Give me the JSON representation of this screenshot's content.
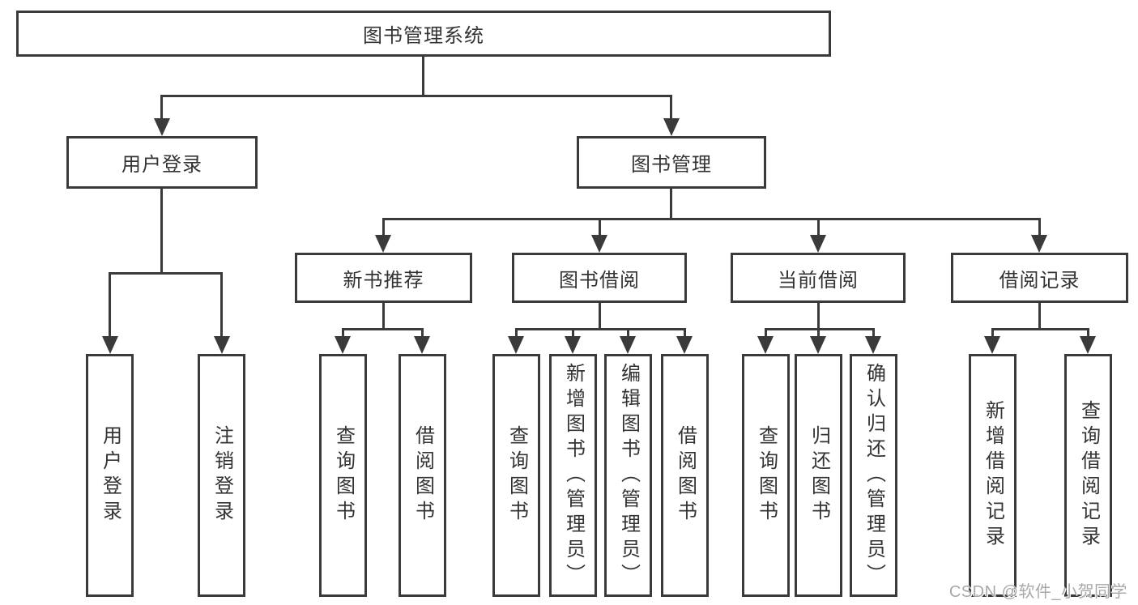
{
  "diagram": {
    "root": {
      "label": "图书管理系统"
    },
    "branches": [
      {
        "label": "用户登录",
        "children": [
          {
            "label": "用户登录"
          },
          {
            "label": "注销登录"
          }
        ]
      },
      {
        "label": "图书管理",
        "children": [
          {
            "label": "新书推荐",
            "children": [
              {
                "label": "查询图书"
              },
              {
                "label": "借阅图书"
              }
            ]
          },
          {
            "label": "图书借阅",
            "children": [
              {
                "label": "查询图书"
              },
              {
                "label": "新增图书（管理员）"
              },
              {
                "label": "编辑图书（管理员）"
              },
              {
                "label": "借阅图书"
              }
            ]
          },
          {
            "label": "当前借阅",
            "children": [
              {
                "label": "查询图书"
              },
              {
                "label": "归还图书"
              },
              {
                "label": "确认归还（管理员）"
              }
            ]
          },
          {
            "label": "借阅记录",
            "children": [
              {
                "label": "新增借阅记录"
              },
              {
                "label": "查询借阅记录"
              }
            ]
          }
        ]
      }
    ]
  },
  "watermark": {
    "text": "CSDN @软件_小贺同学"
  },
  "colors": {
    "line": "#3a3a3a",
    "text": "#333333",
    "watermark": "#a8a8a8",
    "background": "#ffffff",
    "box-bg": "#ffffff"
  }
}
